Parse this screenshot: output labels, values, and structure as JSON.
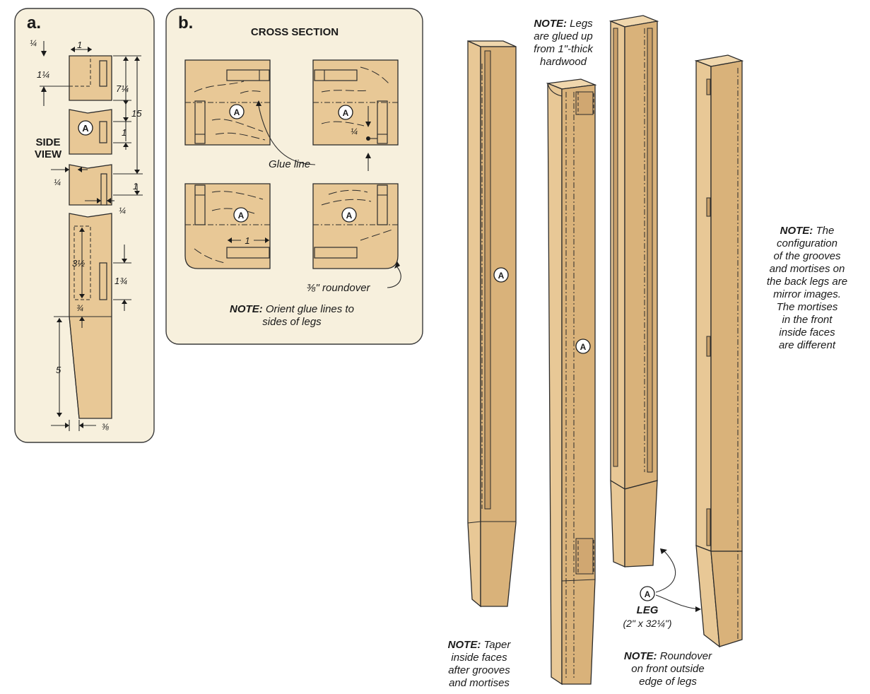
{
  "panel_a": {
    "letter": "a.",
    "side_view_line1": "SIDE",
    "side_view_line2": "VIEW",
    "part_label": "A",
    "dims": {
      "top_quarter": "¼",
      "top_one": "1",
      "one_quarter": "1¼",
      "seven_quarter": "7¼",
      "fifteen": "15",
      "mid_one": "1",
      "quarter_left": "¼",
      "right_one": "1",
      "quarter_right": "¼",
      "three_half": "3½",
      "one_three_quarter": "1¾",
      "three_quarter": "¾",
      "five": "5",
      "three_eighth": "⅜"
    }
  },
  "panel_b": {
    "letter": "b.",
    "title": "CROSS SECTION",
    "part_label": "A",
    "glue_line": "Glue line",
    "quarter": "¼",
    "one": "1",
    "roundover": "⅜\" roundover",
    "note_bold": "NOTE:",
    "note_line1": "Orient glue lines to",
    "note_line2": "sides of legs"
  },
  "legs": {
    "part_label": "A",
    "note_top_bold": "NOTE:",
    "note_top_line1": "Legs",
    "note_top_line2": "are glued up",
    "note_top_line3": "from 1\"-thick",
    "note_top_line4": "hardwood",
    "note_right_bold": "NOTE:",
    "note_right_line1": "The",
    "note_right_line2": "configuration",
    "note_right_line3": "of the grooves",
    "note_right_line4": "and mortises on",
    "note_right_line5": "the back legs are",
    "note_right_line6": "mirror images.",
    "note_right_line7": "The mortises",
    "note_right_line8": "in the front",
    "note_right_line9": "inside faces",
    "note_right_line10": "are different",
    "leg_title": "LEG",
    "leg_size": "(2\" x 32¼\")",
    "note_taper_bold": "NOTE:",
    "note_taper_line1": "Taper",
    "note_taper_line2": "inside faces",
    "note_taper_line3": "after grooves",
    "note_taper_line4": "and mortises",
    "note_round_bold": "NOTE:",
    "note_round_line1": "Roundover",
    "note_round_line2": "on front outside",
    "note_round_line3": "edge of legs"
  }
}
